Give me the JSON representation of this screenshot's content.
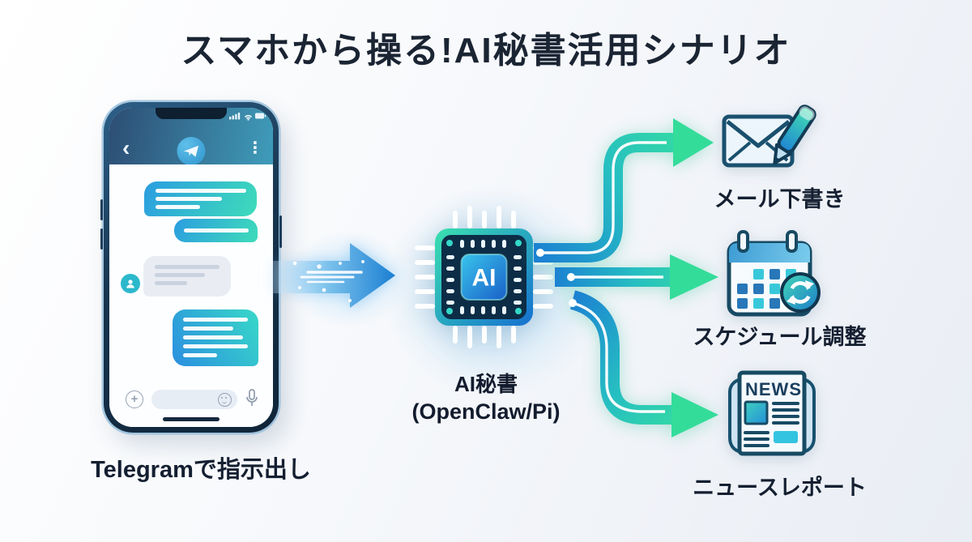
{
  "title": "スマホから操る!AI秘書活用シナリオ",
  "colors": {
    "title": "#1a2433",
    "telegram_blue": "#38a3dc",
    "bubble_blue": "#2b9de0",
    "bubble_teal": "#3edcba",
    "arrow_blue": "#1b7fd2",
    "arrow_green": "#34dc9a",
    "chip_teal": "#35d8c8",
    "chip_blue": "#1a5fc8",
    "icon_outline": "#1a506e",
    "background": "#eef1f7"
  },
  "phone": {
    "caption": "Telegramで指示出し",
    "header": {
      "back_icon": "‹",
      "menu_icon": "⋮",
      "app_icon": "telegram-paper-plane"
    },
    "status_icons": [
      "signal",
      "wifi",
      "battery"
    ]
  },
  "flow": {
    "input_arrow": "phone-to-ai-arrow",
    "chip_text": "AI",
    "chip_label_line1": "AI秘書",
    "chip_label_line2": "(OpenClaw/Pi)"
  },
  "outputs": [
    {
      "label": "メール下書き",
      "icon": "envelope-pen-icon"
    },
    {
      "label": "スケジュール調整",
      "icon": "calendar-sync-icon"
    },
    {
      "label": "ニュースレポート",
      "icon": "newspaper-icon",
      "badge_text": "NEWS"
    }
  ]
}
